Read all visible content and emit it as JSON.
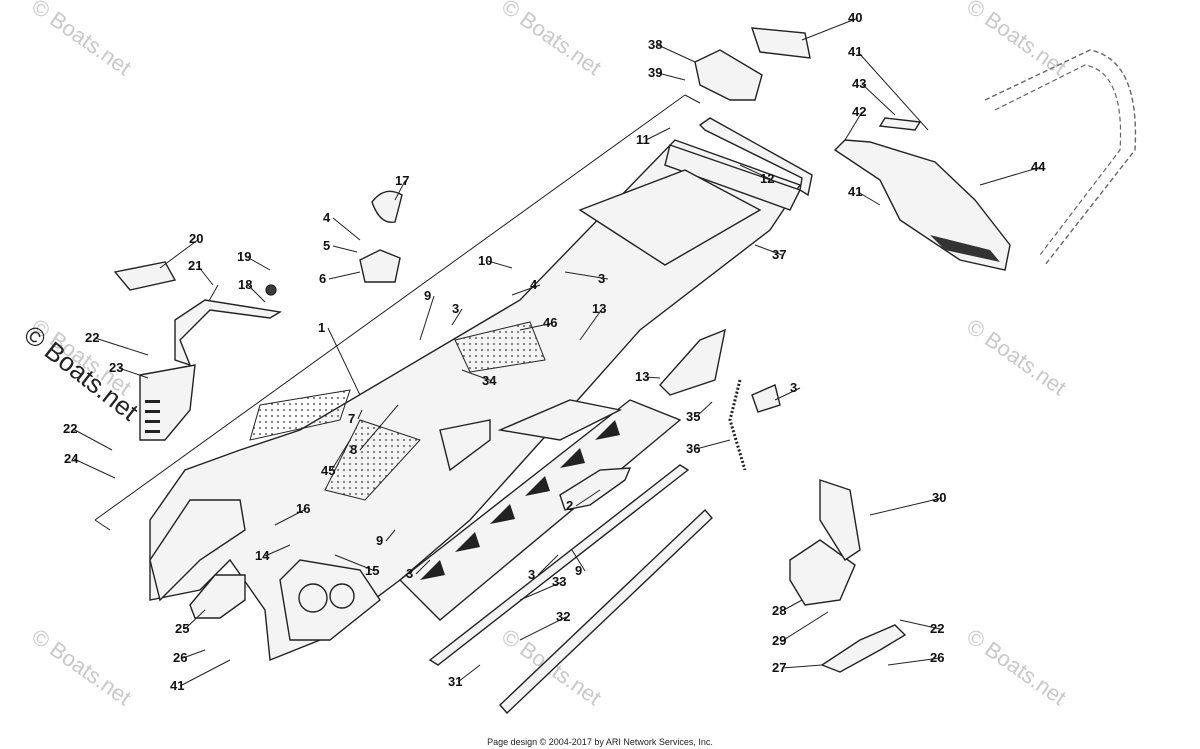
{
  "watermark": "© Boats.net",
  "footer": "Page design © 2004-2017 by ARI Network Services, Inc.",
  "callouts": [
    "1",
    "2",
    "3",
    "3",
    "3",
    "3",
    "3",
    "4",
    "4",
    "5",
    "6",
    "7",
    "8",
    "9",
    "9",
    "9",
    "10",
    "11",
    "12",
    "13",
    "13",
    "14",
    "15",
    "16",
    "17",
    "18",
    "19",
    "20",
    "21",
    "22",
    "22",
    "22",
    "23",
    "24",
    "25",
    "26",
    "26",
    "27",
    "28",
    "29",
    "30",
    "31",
    "32",
    "33",
    "34",
    "35",
    "36",
    "37",
    "38",
    "39",
    "40",
    "41",
    "41",
    "41",
    "42",
    "43",
    "44",
    "45",
    "46"
  ]
}
